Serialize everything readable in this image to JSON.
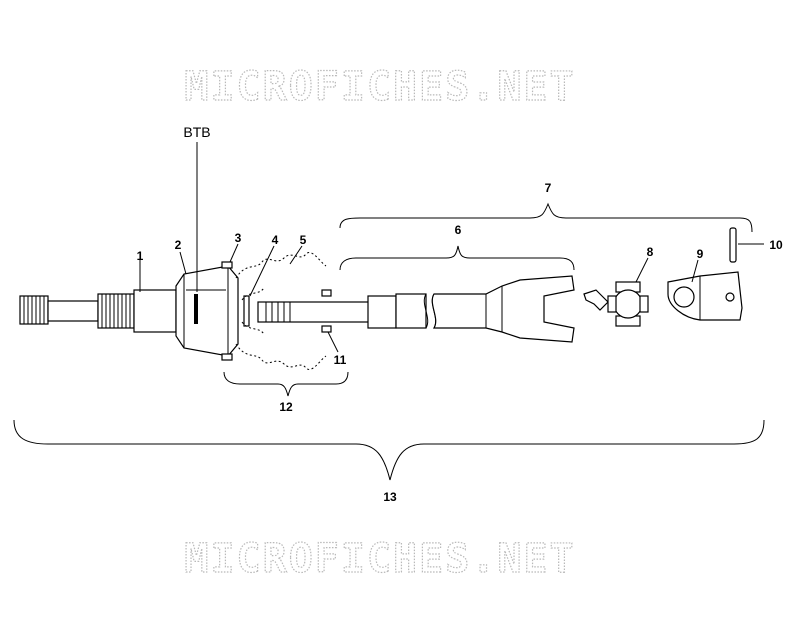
{
  "watermark": {
    "text": "MICROFICHES.NET"
  },
  "diagram": {
    "label_btb": "BTB",
    "callouts": {
      "c1": "1",
      "c2": "2",
      "c3": "3",
      "c4": "4",
      "c5": "5",
      "c6": "6",
      "c7": "7",
      "c8": "8",
      "c9": "9",
      "c10": "10",
      "c11": "11",
      "c12": "12",
      "c13": "13"
    }
  }
}
